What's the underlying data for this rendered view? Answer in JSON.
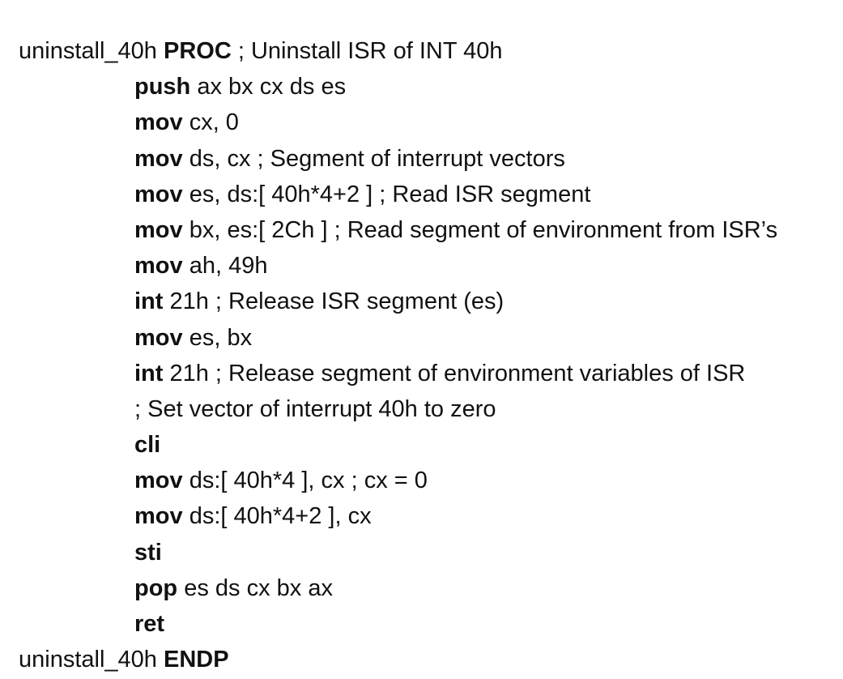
{
  "lines": [
    {
      "indent": false,
      "kw_before": "",
      "pre": "uninstall_40h ",
      "kw": "PROC",
      "rest": " ; Uninstall ISR of INT 40h"
    },
    {
      "indent": true,
      "kw_before": "push",
      "pre": "",
      "kw": "",
      "rest": " ax bx cx ds es"
    },
    {
      "indent": true,
      "kw_before": "mov",
      "pre": "",
      "kw": "",
      "rest": " cx, 0"
    },
    {
      "indent": true,
      "kw_before": "mov",
      "pre": "",
      "kw": "",
      "rest": " ds, cx ; Segment of interrupt vectors"
    },
    {
      "indent": true,
      "kw_before": "mov",
      "pre": "",
      "kw": "",
      "rest": " es, ds:[ 40h*4+2 ] ; Read ISR segment"
    },
    {
      "indent": true,
      "kw_before": "mov",
      "pre": "",
      "kw": "",
      "rest": " bx, es:[ 2Ch ] ; Read segment of environment from ISR’s"
    },
    {
      "indent": true,
      "kw_before": "mov",
      "pre": "",
      "kw": "",
      "rest": " ah, 49h"
    },
    {
      "indent": true,
      "kw_before": "int",
      "pre": "",
      "kw": "",
      "rest": " 21h ; Release ISR segment (es)"
    },
    {
      "indent": true,
      "kw_before": "mov",
      "pre": "",
      "kw": "",
      "rest": " es, bx"
    },
    {
      "indent": true,
      "kw_before": "int",
      "pre": "",
      "kw": "",
      "rest": " 21h ; Release segment of environment variables of ISR"
    },
    {
      "indent": true,
      "kw_before": "",
      "pre": "",
      "kw": "",
      "rest": "; Set vector of interrupt 40h to zero"
    },
    {
      "indent": true,
      "kw_before": "cli",
      "pre": "",
      "kw": "",
      "rest": ""
    },
    {
      "indent": true,
      "kw_before": "mov",
      "pre": "",
      "kw": "",
      "rest": " ds:[ 40h*4 ], cx ; cx = 0"
    },
    {
      "indent": true,
      "kw_before": "mov",
      "pre": "",
      "kw": "",
      "rest": " ds:[ 40h*4+2 ], cx"
    },
    {
      "indent": true,
      "kw_before": "sti",
      "pre": "",
      "kw": "",
      "rest": ""
    },
    {
      "indent": true,
      "kw_before": "pop",
      "pre": "",
      "kw": "",
      "rest": " es ds cx bx ax"
    },
    {
      "indent": true,
      "kw_before": "ret",
      "pre": "",
      "kw": "",
      "rest": ""
    },
    {
      "indent": false,
      "kw_before": "",
      "pre": "uninstall_40h ",
      "kw": "ENDP",
      "rest": ""
    }
  ]
}
